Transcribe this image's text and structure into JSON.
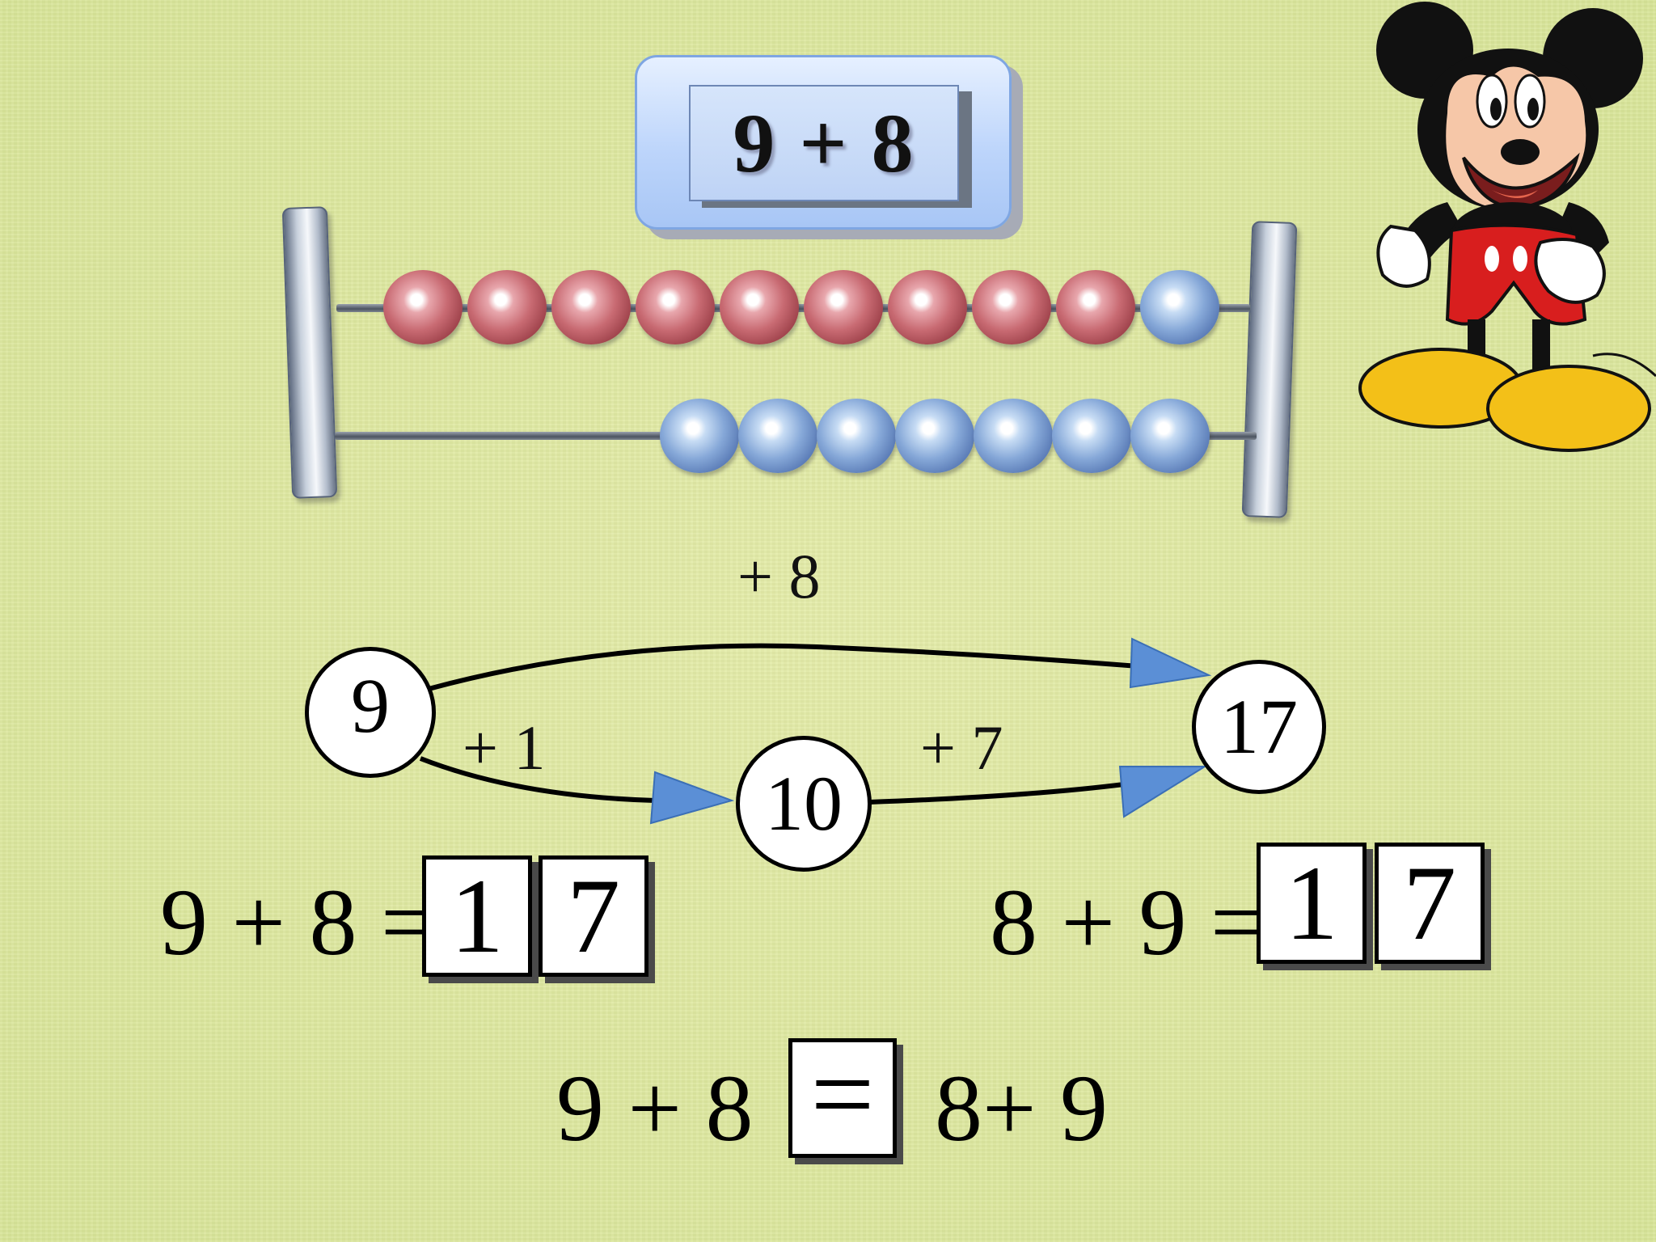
{
  "title": "9 + 8",
  "abacus": {
    "top_row": [
      "red",
      "red",
      "red",
      "red",
      "red",
      "red",
      "red",
      "red",
      "red",
      "blue"
    ],
    "bottom_row": [
      "blue",
      "blue",
      "blue",
      "blue",
      "blue",
      "blue",
      "blue"
    ]
  },
  "diagram": {
    "top_step": "+ 8",
    "step1": "+ 1",
    "step2": "+ 7",
    "start": "9",
    "middle": "10",
    "end": "17"
  },
  "equation_left": {
    "expression": "9 + 8 =",
    "answer_tens": "1",
    "answer_ones": "7"
  },
  "equation_right": {
    "expression": "8 + 9 =",
    "answer_tens": "1",
    "answer_ones": "7"
  },
  "comparison": {
    "left": "9 + 8",
    "sign": "=",
    "right": "8+ 9"
  },
  "colors": {
    "background": "#dde89f",
    "bead_red": "#c86a72",
    "bead_blue": "#86a8d8",
    "arrow_head": "#5b8fd6"
  },
  "character_icon": "cartoon-mouse-character"
}
